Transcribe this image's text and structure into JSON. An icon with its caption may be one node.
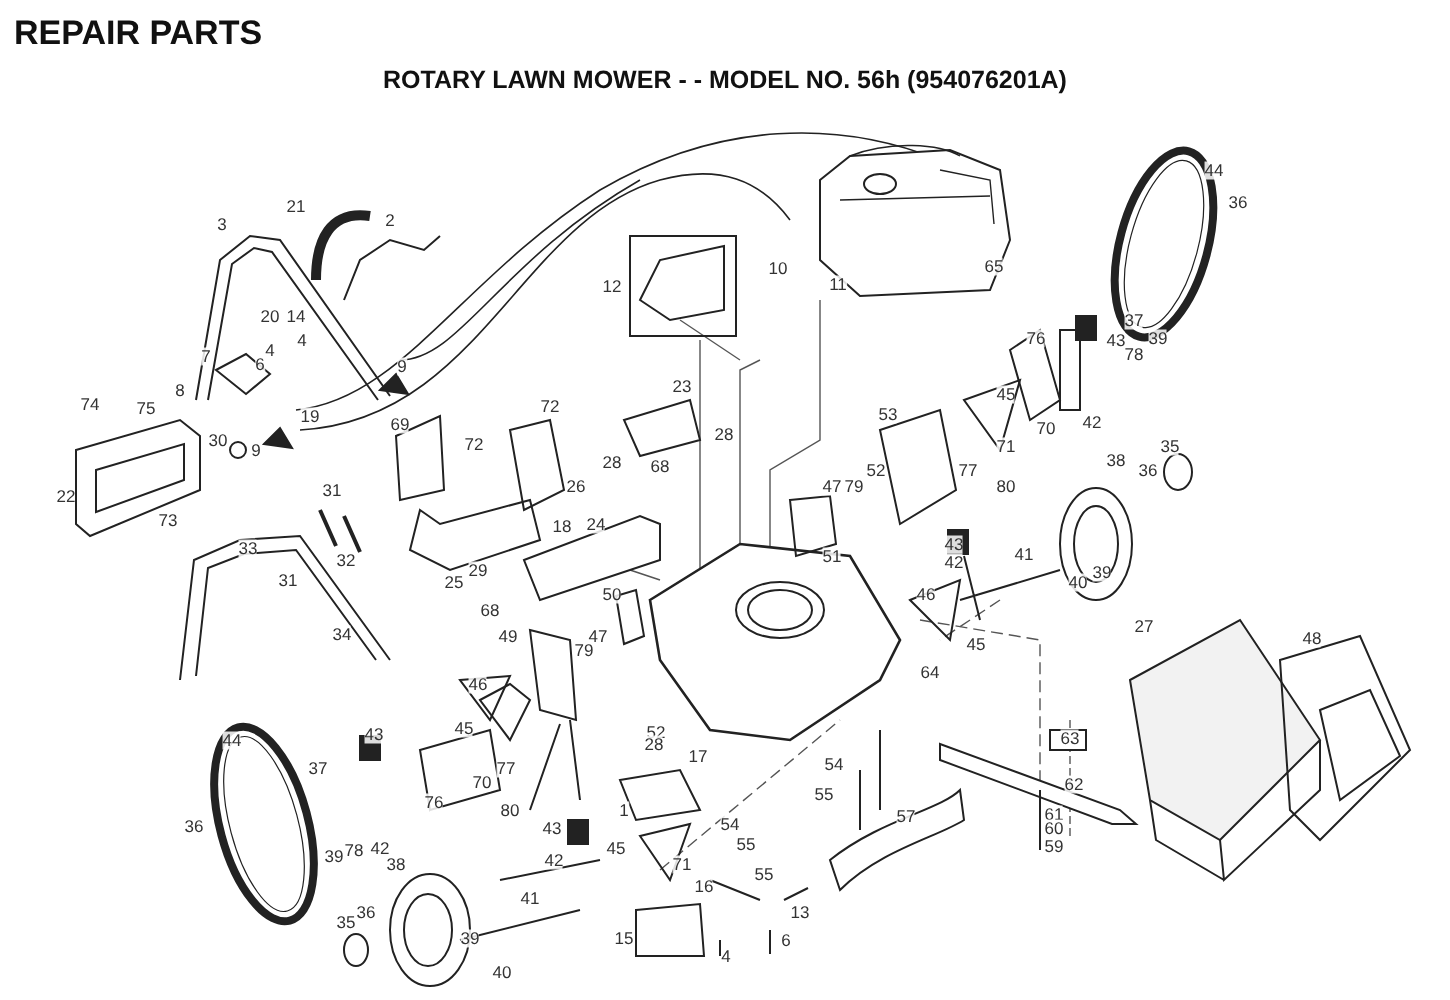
{
  "diagram": {
    "title": "REPAIR PARTS",
    "caption": "ROTARY LAWN MOWER - - MODEL NO. 56h (954076201A)",
    "labels": [
      "44",
      "36",
      "21",
      "2",
      "3",
      "65",
      "10",
      "11",
      "12",
      "20",
      "14",
      "37",
      "76",
      "43",
      "39",
      "4",
      "4",
      "78",
      "7",
      "6",
      "9",
      "23",
      "8",
      "45",
      "74",
      "75",
      "72",
      "53",
      "19",
      "42",
      "69",
      "70",
      "28",
      "30",
      "72",
      "9",
      "71",
      "35",
      "38",
      "28",
      "68",
      "52",
      "77",
      "36",
      "26",
      "47",
      "79",
      "80",
      "31",
      "22",
      "73",
      "18",
      "24",
      "43",
      "33",
      "41",
      "51",
      "32",
      "42",
      "29",
      "39",
      "31",
      "25",
      "40",
      "50",
      "46",
      "68",
      "27",
      "34",
      "49",
      "47",
      "48",
      "45",
      "79",
      "64",
      "46",
      "45",
      "52",
      "43",
      "63",
      "44",
      "28",
      "17",
      "54",
      "37",
      "77",
      "70",
      "62",
      "55",
      "76",
      "80",
      "1",
      "61",
      "57",
      "54",
      "36",
      "43",
      "60",
      "55",
      "59",
      "45",
      "42",
      "78",
      "39",
      "42",
      "38",
      "71",
      "55",
      "16",
      "41",
      "36",
      "13",
      "35",
      "15",
      "6",
      "39",
      "40",
      "4"
    ]
  }
}
